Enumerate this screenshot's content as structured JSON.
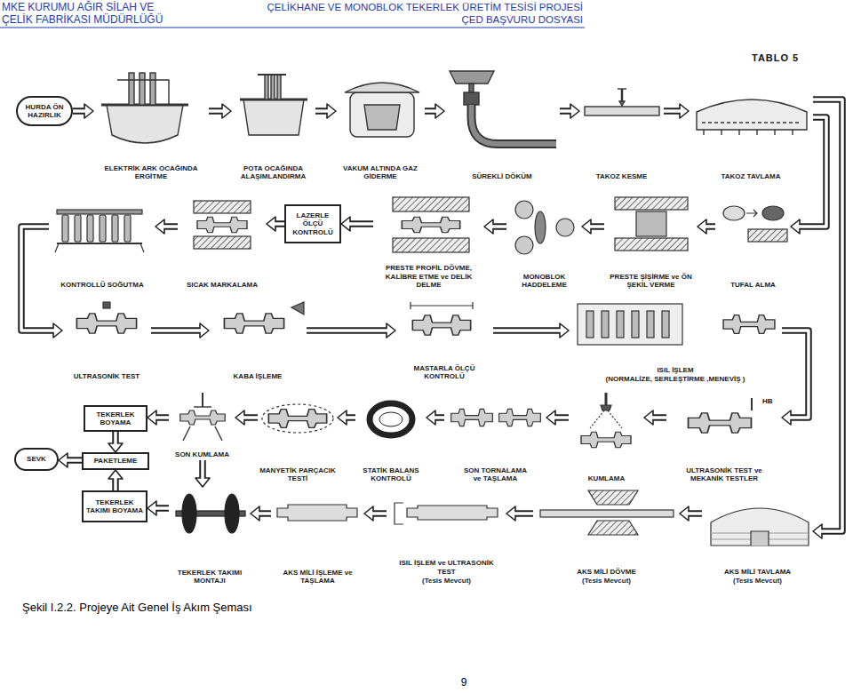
{
  "diagram": {
    "caption": "Şekil I.2.2. Projeye Ait Genel İş Akım Şeması",
    "nodes": [
      {
        "text": [
          "HURDA ÖN HAZIRLIK"
        ]
      },
      {
        "text": [
          "ELEKTRİK ARK OCAĞINDA ERGİTME"
        ]
      },
      {
        "text": [
          "POTA OCAĞINDA ALAŞIMLANDIRMA"
        ]
      },
      {
        "text": [
          "VAKUM ALTINDA GAZ GİDERME"
        ]
      },
      {
        "text": [
          "SÜREKLİ DÖKÜM"
        ]
      },
      {
        "text": [
          "TAKOZ KESME"
        ]
      },
      {
        "text": [
          "TAKOZ TAVLAMA"
        ]
      },
      {
        "text": [
          "KONTROLLÜ SOĞUTMA"
        ]
      },
      {
        "text": [
          "SICAK MARKALAMA"
        ]
      },
      {
        "text": [
          "LAZERLE ÖLÇÜ KONTROLÜ"
        ]
      },
      {
        "text": [
          "PRESTE PROFİL DÖVME, KALİBRE ETME ve DELİK DELME"
        ]
      },
      {
        "text": [
          "MONOBLOK HADDELEME"
        ]
      },
      {
        "text": [
          "PRESTE ŞİŞİRME ve ÖN ŞEKİL VERME"
        ]
      },
      {
        "text": [
          "TUFAL ALMA"
        ]
      },
      {
        "text": [
          "ULTRASONİK TEST"
        ]
      },
      {
        "text": [
          "KABA İŞLEME"
        ]
      },
      {
        "text": [
          "MASTARLA ÖLÇÜ KONTROLÜ"
        ]
      },
      {
        "text": [
          "ISIL İŞLEM",
          "(NORMALİZE, SERLEŞTİRME ,MENEVİŞ )"
        ]
      },
      {
        "text": [
          "TEKERLEK BOYAMA"
        ]
      },
      {
        "text": [
          "SEVK"
        ]
      },
      {
        "text": [
          "PAKETLEME"
        ]
      },
      {
        "text": [
          "SON KUMLAMA"
        ]
      },
      {
        "text": [
          "MANYETİK PARÇACIK TESTİ"
        ]
      },
      {
        "text": [
          "STATİK BALANS KONTROLÜ"
        ]
      },
      {
        "text": [
          "SON TORNALAMA ve TAŞLAMA"
        ]
      },
      {
        "text": [
          "KUMLAMA"
        ]
      },
      {
        "text": [
          "ULTRASONİK TEST ve MEKANİK TESTLER"
        ]
      },
      {
        "text": [
          "TEKERLEK TAKIMI BOYAMA"
        ]
      },
      {
        "text": [
          "TEKERLEK TAKIMI MONTAJI"
        ]
      },
      {
        "text": [
          "AKS MİLİ İŞLEME ve TAŞLAMA"
        ]
      },
      {
        "text": [
          "ISIL İŞLEM ve ULTRASONİK TEST",
          "(Tesis Mevcut)"
        ]
      },
      {
        "text": [
          "AKS MİLİ DÖVME",
          "(Tesis Mevcut)"
        ]
      },
      {
        "text": [
          "AKS MİLİ TAVLAMA",
          "(Tesis Mevcut)"
        ]
      }
    ],
    "edges": [
      {
        "from": 0,
        "to": 1,
        "arrow": "to"
      },
      {
        "from": 1,
        "to": 2,
        "arrow": "to"
      },
      {
        "from": 2,
        "to": 3,
        "arrow": "to"
      },
      {
        "from": 3,
        "to": 4,
        "arrow": "to"
      },
      {
        "from": 4,
        "to": 5,
        "arrow": "to"
      },
      {
        "from": 5,
        "to": 6,
        "arrow": "to"
      },
      {
        "from": 6,
        "to": 13,
        "arrow": "to"
      },
      {
        "from": 6,
        "to": 32,
        "arrow": "to"
      },
      {
        "from": 13,
        "to": 12,
        "arrow": "to"
      },
      {
        "from": 12,
        "to": 11,
        "arrow": "to"
      },
      {
        "from": 11,
        "to": 10,
        "arrow": "to"
      },
      {
        "from": 10,
        "to": 9,
        "arrow": "to"
      },
      {
        "from": 9,
        "to": 8,
        "arrow": "to"
      },
      {
        "from": 8,
        "to": 7,
        "arrow": "to"
      },
      {
        "from": 7,
        "to": 14,
        "arrow": "to"
      },
      {
        "from": 14,
        "to": 15,
        "arrow": "to"
      },
      {
        "from": 15,
        "to": 16,
        "arrow": "to"
      },
      {
        "from": 16,
        "to": 17,
        "arrow": "to"
      },
      {
        "from": 17,
        "to": 26,
        "arrow": "to"
      },
      {
        "from": 26,
        "to": 25,
        "arrow": "to"
      },
      {
        "from": 25,
        "to": 24,
        "arrow": "to"
      },
      {
        "from": 24,
        "to": 23,
        "arrow": "to"
      },
      {
        "from": 23,
        "to": 22,
        "arrow": "to"
      },
      {
        "from": 22,
        "to": 21,
        "arrow": "to"
      },
      {
        "from": 21,
        "to": 18,
        "arrow": "to"
      },
      {
        "from": 21,
        "to": 28,
        "arrow": "to"
      },
      {
        "from": 18,
        "to": 20,
        "arrow": "to"
      },
      {
        "from": 27,
        "to": 20,
        "arrow": "to"
      },
      {
        "from": 20,
        "to": 19,
        "arrow": "to"
      },
      {
        "from": 28,
        "to": 27,
        "arrow": "to"
      },
      {
        "from": 32,
        "to": 31,
        "arrow": "to"
      },
      {
        "from": 31,
        "to": 30,
        "arrow": "to"
      },
      {
        "from": 30,
        "to": 29,
        "arrow": "to"
      },
      {
        "from": 29,
        "to": 28,
        "arrow": "to"
      }
    ],
    "labels": [
      "MKE KURUMU AĞIR SİLAH VE",
      "ÇELİK FABRİKASI MÜDÜRLÜĞÜ",
      "ÇELİKHANE VE MONOBLOK TEKERLEK ÜRETİM TESİSİ PROJESİ",
      "ÇED BAŞVURU DOSYASI",
      "TABLO 5",
      "HB",
      "9"
    ]
  }
}
